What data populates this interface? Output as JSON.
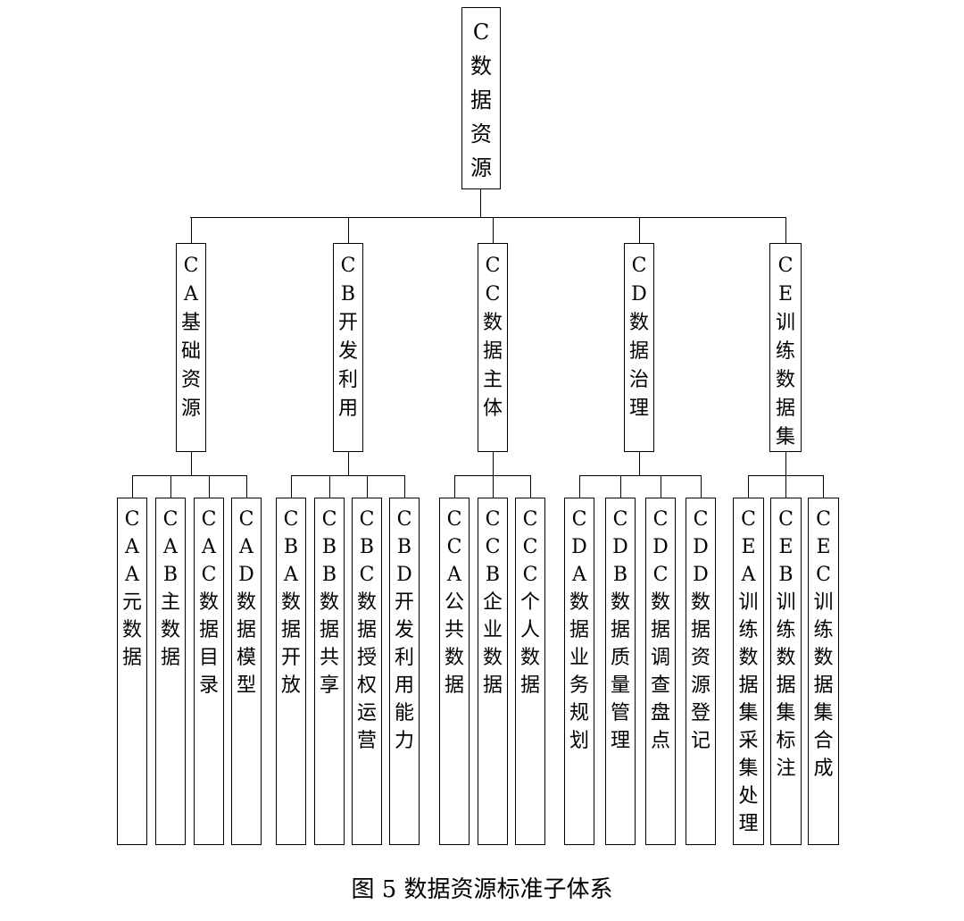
{
  "root": {
    "label": "C数据资源"
  },
  "groups": [
    {
      "label": "CA基础资源",
      "children": [
        "CAA元数据",
        "CAB主数据",
        "CAC数据目录",
        "CAD数据模型"
      ]
    },
    {
      "label": "CB开发利用",
      "children": [
        "CBA数据开放",
        "CBB数据共享",
        "CBC数据授权运营",
        "CBD开发利用能力"
      ]
    },
    {
      "label": "CC数据主体",
      "children": [
        "CCA公共数据",
        "CCB企业数据",
        "CCC个人数据"
      ]
    },
    {
      "label": "CD数据治理",
      "children": [
        "CDA数据业务规划",
        "CDB数据质量管理",
        "CDC数据调查盘点",
        "CDD数据资源登记"
      ]
    },
    {
      "label": "CE训练数据集",
      "children": [
        "CEA训练数据集采集处理",
        "CEB训练数据集标注",
        "CEC训练数据集合成"
      ]
    }
  ],
  "caption": "图 5  数据资源标准子体系"
}
